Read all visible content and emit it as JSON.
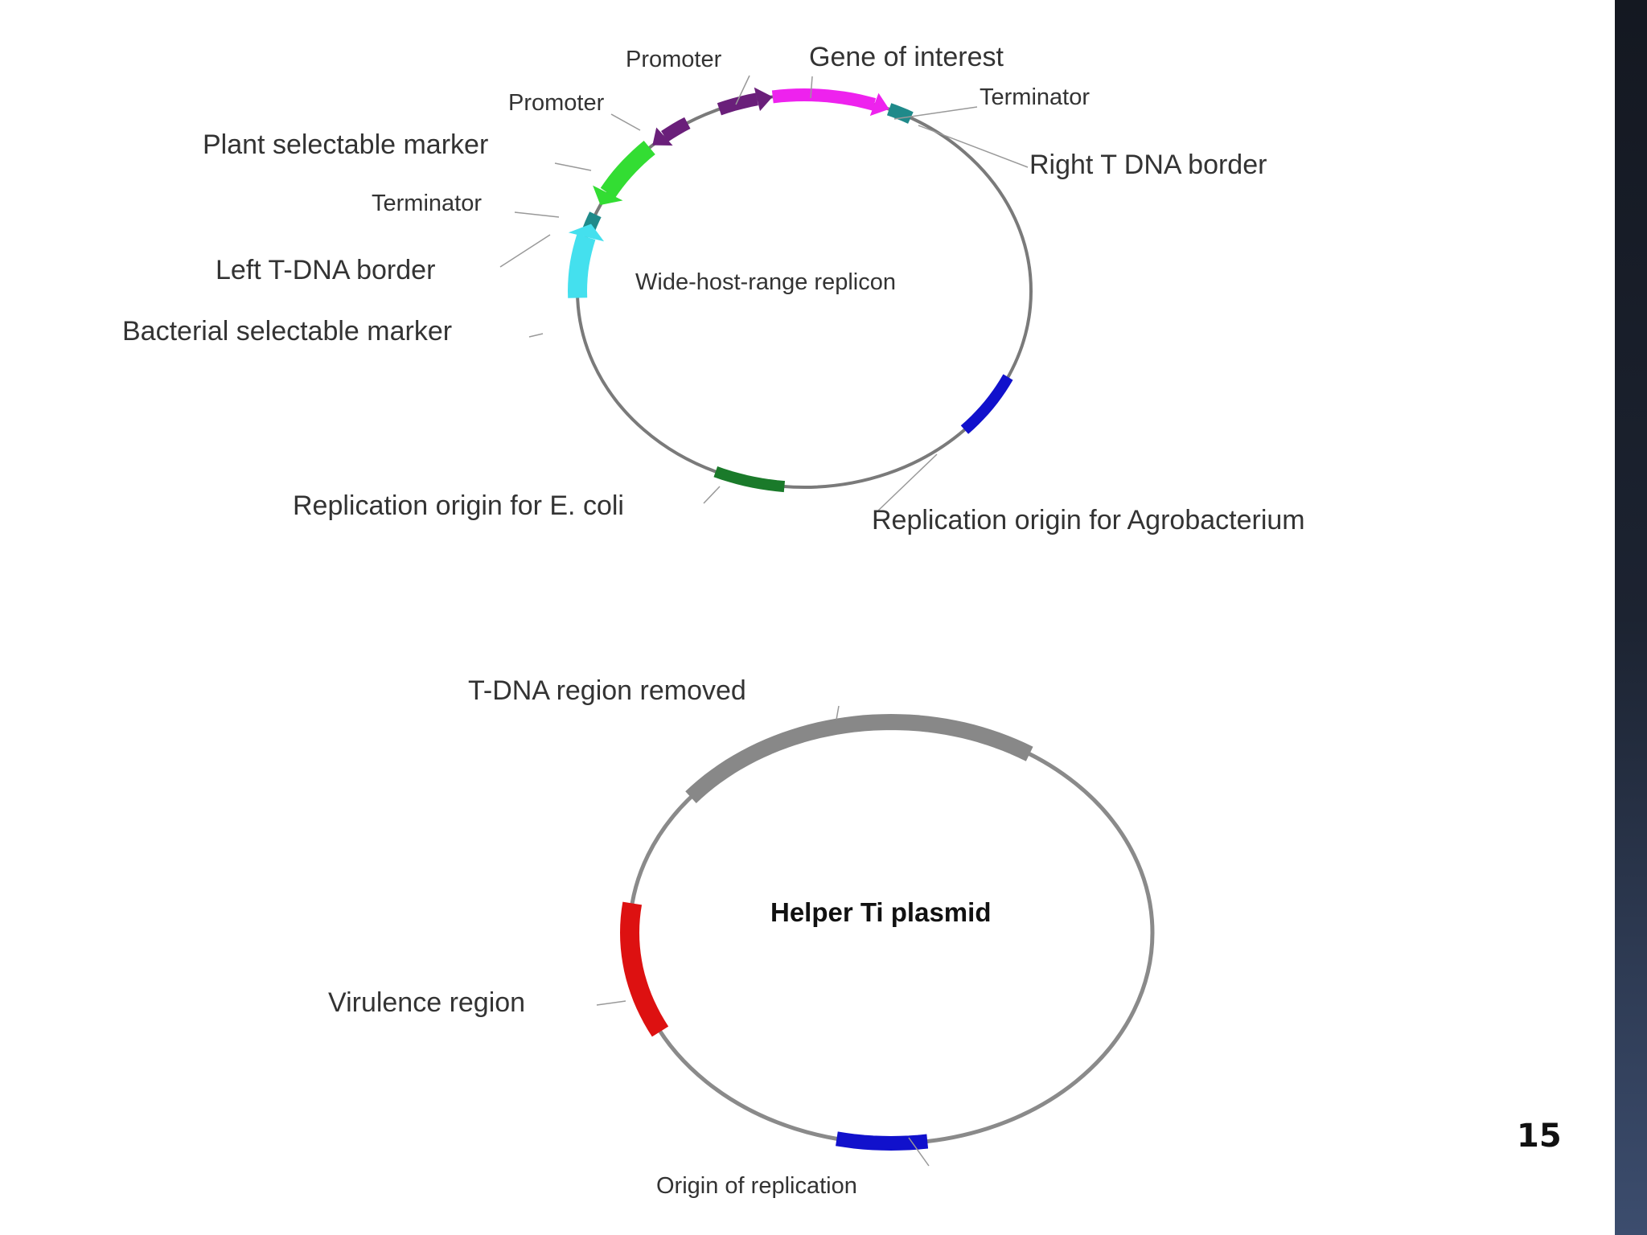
{
  "binary_vector": {
    "center_label": "Wide-host-range replicon",
    "labels": {
      "promoter_top": "Promoter",
      "gene_of_interest": "Gene of interest",
      "promoter_left": "Promoter",
      "terminator_top": "Terminator",
      "plant_selectable_marker": "Plant selectable marker",
      "right_border": "Right T DNA border",
      "terminator_left": "Terminator",
      "left_border": "Left T-DNA border",
      "bacterial_selectable_marker": "Bacterial selectable marker",
      "ori_ecoli": "Replication origin for E. coli",
      "ori_agro": "Replication origin for Agrobacterium"
    },
    "colors": {
      "backbone": "#7a7a7a",
      "gene_of_interest": "#ee22ee",
      "promoter": "#6a1f7a",
      "plant_selectable_marker": "#33dd33",
      "terminator": "#1f8a8a",
      "bacterial_selectable_marker": "#44e0ee",
      "ori_ecoli": "#1a7a2a",
      "ori_agro": "#1111cc"
    }
  },
  "helper_plasmid": {
    "center_label": "Helper Ti plasmid",
    "labels": {
      "tdna_removed": "T-DNA region removed",
      "virulence": "Virulence region",
      "origin": "Origin of replication"
    },
    "colors": {
      "backbone": "#8a8a8a",
      "tdna_removed": "#888888",
      "virulence": "#dd1111",
      "origin": "#1111cc"
    }
  },
  "page_number": "15"
}
